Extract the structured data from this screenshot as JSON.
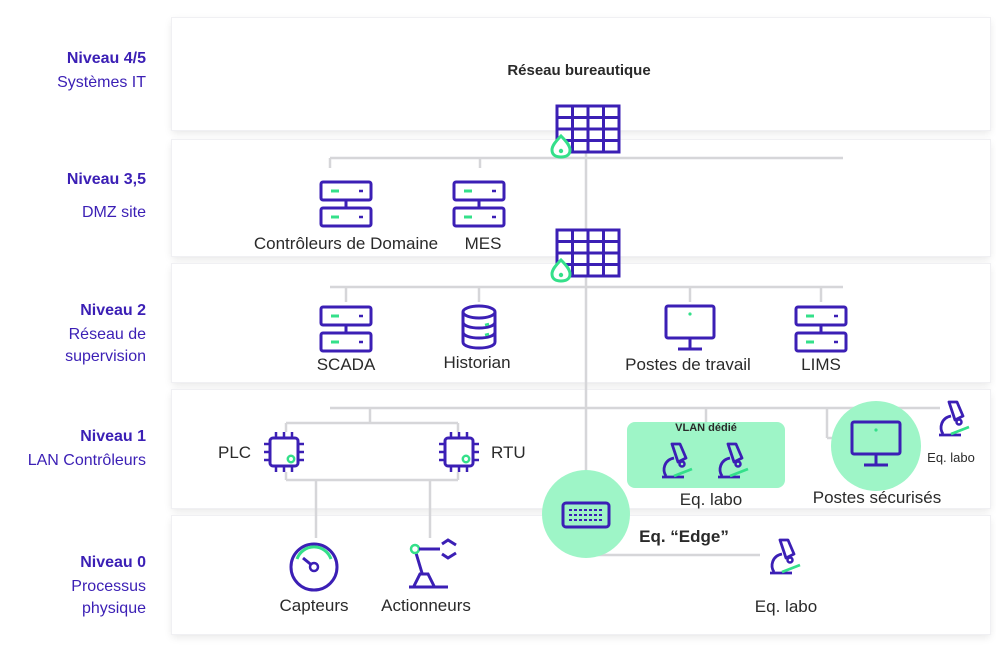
{
  "levels": {
    "l45": {
      "title": "Niveau 4/5",
      "sub": [
        "Systèmes IT"
      ]
    },
    "l35": {
      "title": "Niveau 3,5",
      "sub": [
        "DMZ site"
      ]
    },
    "l2": {
      "title": "Niveau 2",
      "sub": [
        "Réseau de",
        "supervision"
      ]
    },
    "l1": {
      "title": "Niveau 1",
      "sub": [
        "LAN Contrôleurs"
      ]
    },
    "l0": {
      "title": "Niveau 0",
      "sub": [
        "Processus",
        "physique"
      ]
    }
  },
  "nodes": {
    "office_network": "Réseau bureautique",
    "domain_controllers": "Contrôleurs de Domaine",
    "mes": "MES",
    "scada": "SCADA",
    "historian": "Historian",
    "workstations": "Postes de travail",
    "lims": "LIMS",
    "plc": "PLC",
    "rtu": "RTU",
    "vlan": "VLAN dédié",
    "lab_eq_vlan": "Eq. labo",
    "secure_workstations": "Postes sécurisés",
    "lab_eq_small": "Eq. labo",
    "edge": "Eq. “Edge”",
    "sensors": "Capteurs",
    "actuators": "Actionneurs",
    "lab_eq_l0": "Eq. labo"
  },
  "icons": {
    "firewall": "firewall-icon",
    "server": "server-icon",
    "database": "database-icon",
    "monitor": "monitor-icon",
    "chip": "chip-icon",
    "microscope": "microscope-icon",
    "gauge": "gauge-icon",
    "robot_arm": "robot-arm-icon",
    "edge_device": "edge-device-icon"
  },
  "colors": {
    "icon": "#3b1fb5",
    "accent": "#34e08a",
    "highlight": "#9ef5c7",
    "line": "#d6d6d9",
    "text": "#2a2a2a"
  }
}
